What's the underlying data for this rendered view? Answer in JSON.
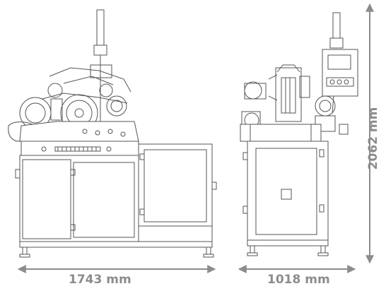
{
  "dimensions": {
    "front_width": "1743 mm",
    "side_width": "1018 mm",
    "height": "2062 mm"
  },
  "colors": {
    "line": "#8c8c8c",
    "drawing": "#555555",
    "background": "#ffffff"
  },
  "icons": {
    "front_view": "machine-front-view",
    "side_view": "machine-side-view"
  }
}
